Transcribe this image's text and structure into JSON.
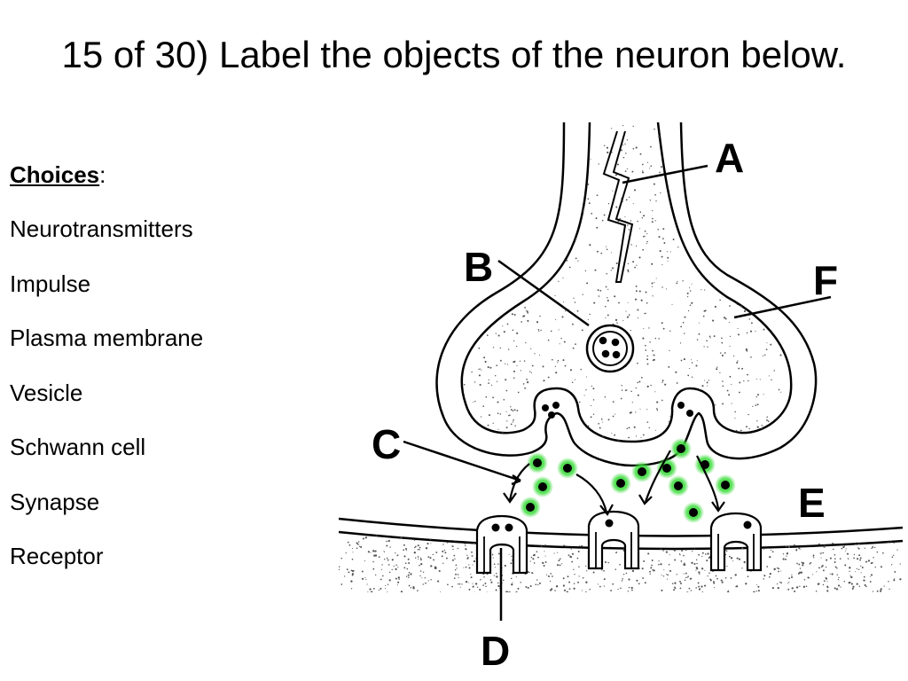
{
  "title": "15 of 30) Label the objects of the neuron below.",
  "choices": {
    "heading": "Choices",
    "heading_suffix": ":",
    "items": [
      "Neurotransmitters",
      "Impulse",
      "Plasma membrane",
      "Vesicle",
      "Schwann cell",
      "Synapse",
      "Receptor"
    ]
  },
  "diagram": {
    "labels": {
      "a": "A",
      "b": "B",
      "c": "C",
      "d": "D",
      "e": "E",
      "f": "F"
    },
    "colors": {
      "neurotransmitter_glow": "#3ddc3d",
      "ink": "#000000",
      "stipple": "#555555"
    }
  }
}
